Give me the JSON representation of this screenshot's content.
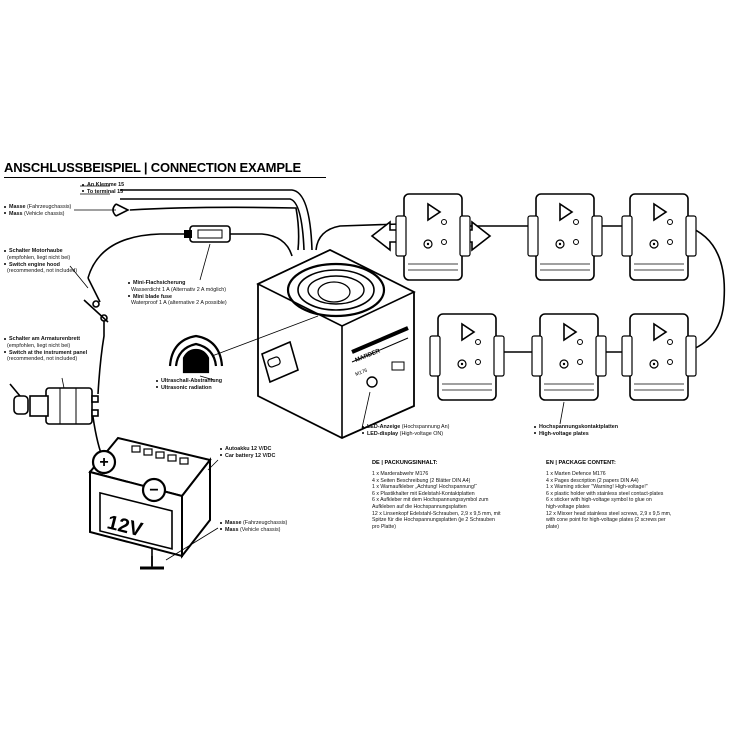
{
  "title": "ANSCHLUSSBEISPIEL | CONNECTION EXAMPLE",
  "labels": {
    "terminal_de": "An Klemme 15",
    "terminal_en": "To terminal 15",
    "mass_top_de": "Masse",
    "mass_top_de_note": "(Fahrzeugchassis)",
    "mass_top_en": "Mass",
    "mass_top_en_note": "(Vehicle chassis)",
    "hood_switch_de": "Schalter Motorhaube",
    "hood_switch_de_note": "(empfohlen, liegt nicht bei)",
    "hood_switch_en": "Switch engine hood",
    "hood_switch_en_note": "(recommended, not included)",
    "panel_switch_de": "Schalter am Armaturenbrett",
    "panel_switch_de_note": "(empfohlen, liegt nicht bei)",
    "panel_switch_en": "Switch at the instrument panel",
    "panel_switch_en_note": "(recommended, not included)",
    "fuse_de": "Mini-Flachsicherung",
    "fuse_de_note": "Wasserdicht 1 A (Alternativ 2 A möglich)",
    "fuse_en": "Mini blade fuse",
    "fuse_en_note": "Waterproof 1 A (alternative 2 A possible)",
    "ultrasonic_de": "Ultraschall-Abstrahlung",
    "ultrasonic_en": "Ultrasonic radiation",
    "led_de": "LED-Anzeige",
    "led_de_note": "(Hochspannung An)",
    "led_en": "LED-display",
    "led_en_note": "(High-voltage ON)",
    "hv_plates_de": "Hochspannungskontaktplatten",
    "hv_plates_en": "High-voltage plates",
    "battery_de": "Autoakku 12 V/DC",
    "battery_en": "Car battery 12 V/DC",
    "mass_bottom_de": "Masse",
    "mass_bottom_de_note": "(Fahrzeugchassis)",
    "mass_bottom_en": "Mass",
    "mass_bottom_en_note": "(Vehicle chassis)",
    "battery_voltage": "12V",
    "battery_plus": "+",
    "battery_minus": "−",
    "device_brand": "MARDER",
    "device_model": "M176"
  },
  "package_de": {
    "heading": "DE | PACKUNGSINHALT:",
    "items": [
      "1 x Marderabwehr M176",
      "4 x Seiten Beschreibung (2 Blätter DIN A4)",
      "1 x Warnaufkleber „Achtung! Hochspannung!“",
      "6 x Plastikhalter mit Edelstahl-Kontaktplatten",
      "6 x Aufkleber mit dem Hochspannungssymbol zum",
      "    Aufkleben auf die Hochspannungsplatten",
      "12 x Linsenkopf Edelstahl-Schrauben, 2,9 x 9,5 mm, mit",
      "    Spitze für die Hochspannungsplatten (je 2 Schrauben",
      "    pro Platte)"
    ]
  },
  "package_en": {
    "heading": "EN | PACKAGE CONTENT:",
    "items": [
      "1 x Marten Defence M176",
      "4 x Pages description (2 papers DIN A4)",
      "1 x Warning sticker \"Warning! High-voltage!\"",
      "6 x plastic holder with stainless steel contact-plates",
      "6 x sticker with high-voltage symbol to glue on",
      "    high-voltage plates",
      "12 x Mixxer head stainless steel screws, 2,9 x 9,5 mm,",
      "    with cone point for high-voltage plates (2 screws per",
      "    plate)"
    ]
  }
}
